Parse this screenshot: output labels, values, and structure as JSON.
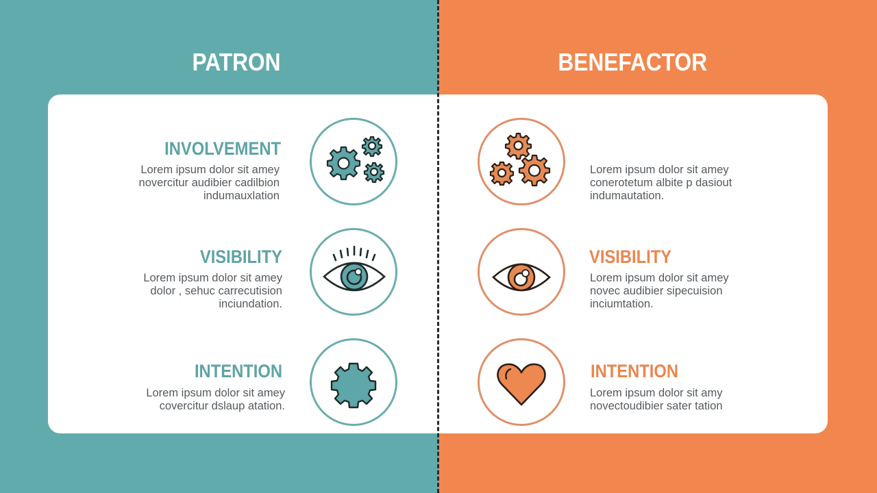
{
  "colors": {
    "teal": "#62abad",
    "orange": "#f1874e",
    "text_gray": "#555a5e",
    "white": "#ffffff"
  },
  "left": {
    "title": "PATRON",
    "items": [
      {
        "label": "INVOLVEMENT",
        "icon": "gears-icon",
        "lines": [
          "Lorem ipsum dolor sit amey",
          "novercitur audibier cadilbion",
          "indumauxlation"
        ]
      },
      {
        "label": "VISIBILITY",
        "icon": "eye-with-lashes-icon",
        "lines": [
          "Lorem ipsum dolor sit amey",
          "dolor , sehuc carrecutision",
          "inciundation."
        ]
      },
      {
        "label": "INTENTION",
        "icon": "single-gear-icon",
        "lines": [
          "Lorem ipsum dolor sit amey",
          "covercitur dslaup atation."
        ]
      }
    ]
  },
  "right": {
    "title": "BENEFACTOR",
    "items": [
      {
        "label": "",
        "icon": "gears-icon",
        "lines": [
          "Lorem ipsum dolor sit amey",
          "conerotetum albite p dasiout",
          "indumautation."
        ]
      },
      {
        "label": "VISIBILITY",
        "icon": "eye-icon",
        "lines": [
          "Lorem ipsum dolor sit amey",
          "novec audibier sipecuision",
          "inciumtation."
        ]
      },
      {
        "label": "INTENTION",
        "icon": "heart-icon",
        "lines": [
          "Lorem ipsum dolor sit amy",
          "novectoudibier sater tation"
        ]
      }
    ]
  }
}
